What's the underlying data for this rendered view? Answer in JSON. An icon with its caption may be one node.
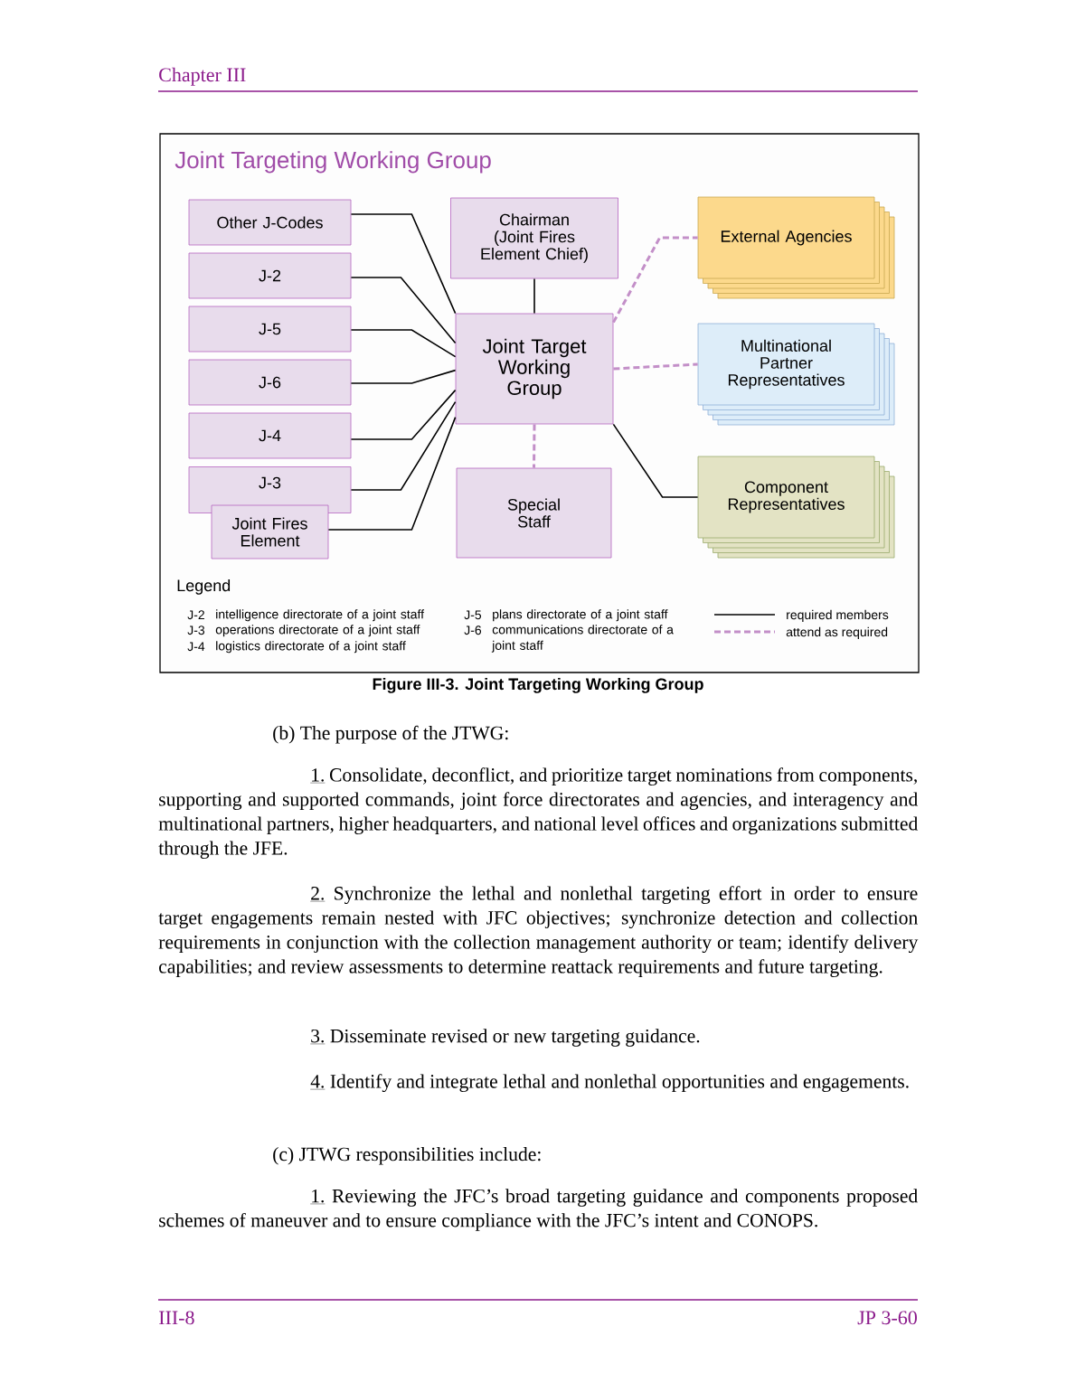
{
  "diagram": {
    "title": "Joint Targeting Working Group",
    "caption": "Figure III-3.  Joint Targeting Working Group",
    "nodes": [
      {
        "text": [
          "Other J-Codes"
        ]
      },
      {
        "text": [
          "J-2"
        ]
      },
      {
        "text": [
          "J-5"
        ]
      },
      {
        "text": [
          "J-6"
        ]
      },
      {
        "text": [
          "J-4"
        ]
      },
      {
        "text": [
          "J-3"
        ]
      },
      {
        "text": [
          "Joint Fires Element"
        ]
      },
      {
        "text": [
          "Chairman (Joint Fires Element Chief)"
        ]
      },
      {
        "text": [
          "Joint Target Working Group"
        ]
      },
      {
        "text": [
          "Special Staff"
        ]
      },
      {
        "text": [
          "External Agencies"
        ]
      },
      {
        "text": [
          "Multinational Partner Representatives"
        ]
      },
      {
        "text": [
          "Component Representatives"
        ]
      }
    ],
    "edges": [
      {
        "from": 0,
        "to": 8,
        "arrow": "none"
      },
      {
        "from": 1,
        "to": 8,
        "arrow": "none"
      },
      {
        "from": 2,
        "to": 8,
        "arrow": "none"
      },
      {
        "from": 3,
        "to": 8,
        "arrow": "none"
      },
      {
        "from": 4,
        "to": 8,
        "arrow": "none"
      },
      {
        "from": 5,
        "to": 8,
        "arrow": "none"
      },
      {
        "from": 6,
        "to": 8,
        "arrow": "none"
      },
      {
        "from": 7,
        "to": 8,
        "arrow": "none"
      },
      {
        "from": 8,
        "to": 9,
        "arrow": "none",
        "style": "dashed",
        "color": "#c38fc8"
      },
      {
        "from": 8,
        "to": 10,
        "arrow": "none",
        "style": "dashed",
        "color": "#c38fc8"
      },
      {
        "from": 8,
        "to": 11,
        "arrow": "none",
        "style": "dashed",
        "color": "#c38fc8"
      },
      {
        "from": 8,
        "to": 12,
        "arrow": "none"
      }
    ],
    "labels": [
      "Chapter III",
      "Legend",
      "J-2",
      "intelligence directorate of a joint staff",
      "J-3",
      "operations directorate of a joint staff",
      "J-4",
      "logistics directorate of a joint staff",
      "J-5",
      "plans directorate of a joint staff",
      "J-6",
      "communications directorate of a joint staff",
      "(b) The purpose of the JTWG:",
      "1.",
      "Consolidate, deconflict, and prioritize target nominations from components, supporting and supported commands, joint force directorates and agencies, and interagency and multinational partners, higher headquarters, and national level offices and organizations submitted through the JFE.",
      "2.",
      "Synchronize the lethal and nonlethal targeting effort in order to ensure target engagements remain nested with JFC objectives; synchronize detection and collection requirements in conjunction with the collection management authority or team; identify delivery capabilities; and review assessments to determine reattack requirements and future targeting.",
      "3.",
      "Disseminate revised or new targeting guidance.",
      "4.",
      "Identify and integrate lethal and nonlethal opportunities and engagements.",
      "(c) JTWG responsibilities include:",
      "1.",
      "Reviewing the JFC’s broad targeting guidance and components proposed schemes of maneuver and to ensure compliance with the JFC’s intent and CONOPS.",
      "III-8",
      "JP 3-60"
    ],
    "legend": [
      {
        "text": "required members"
      },
      {
        "text": "attend as required"
      }
    ]
  }
}
